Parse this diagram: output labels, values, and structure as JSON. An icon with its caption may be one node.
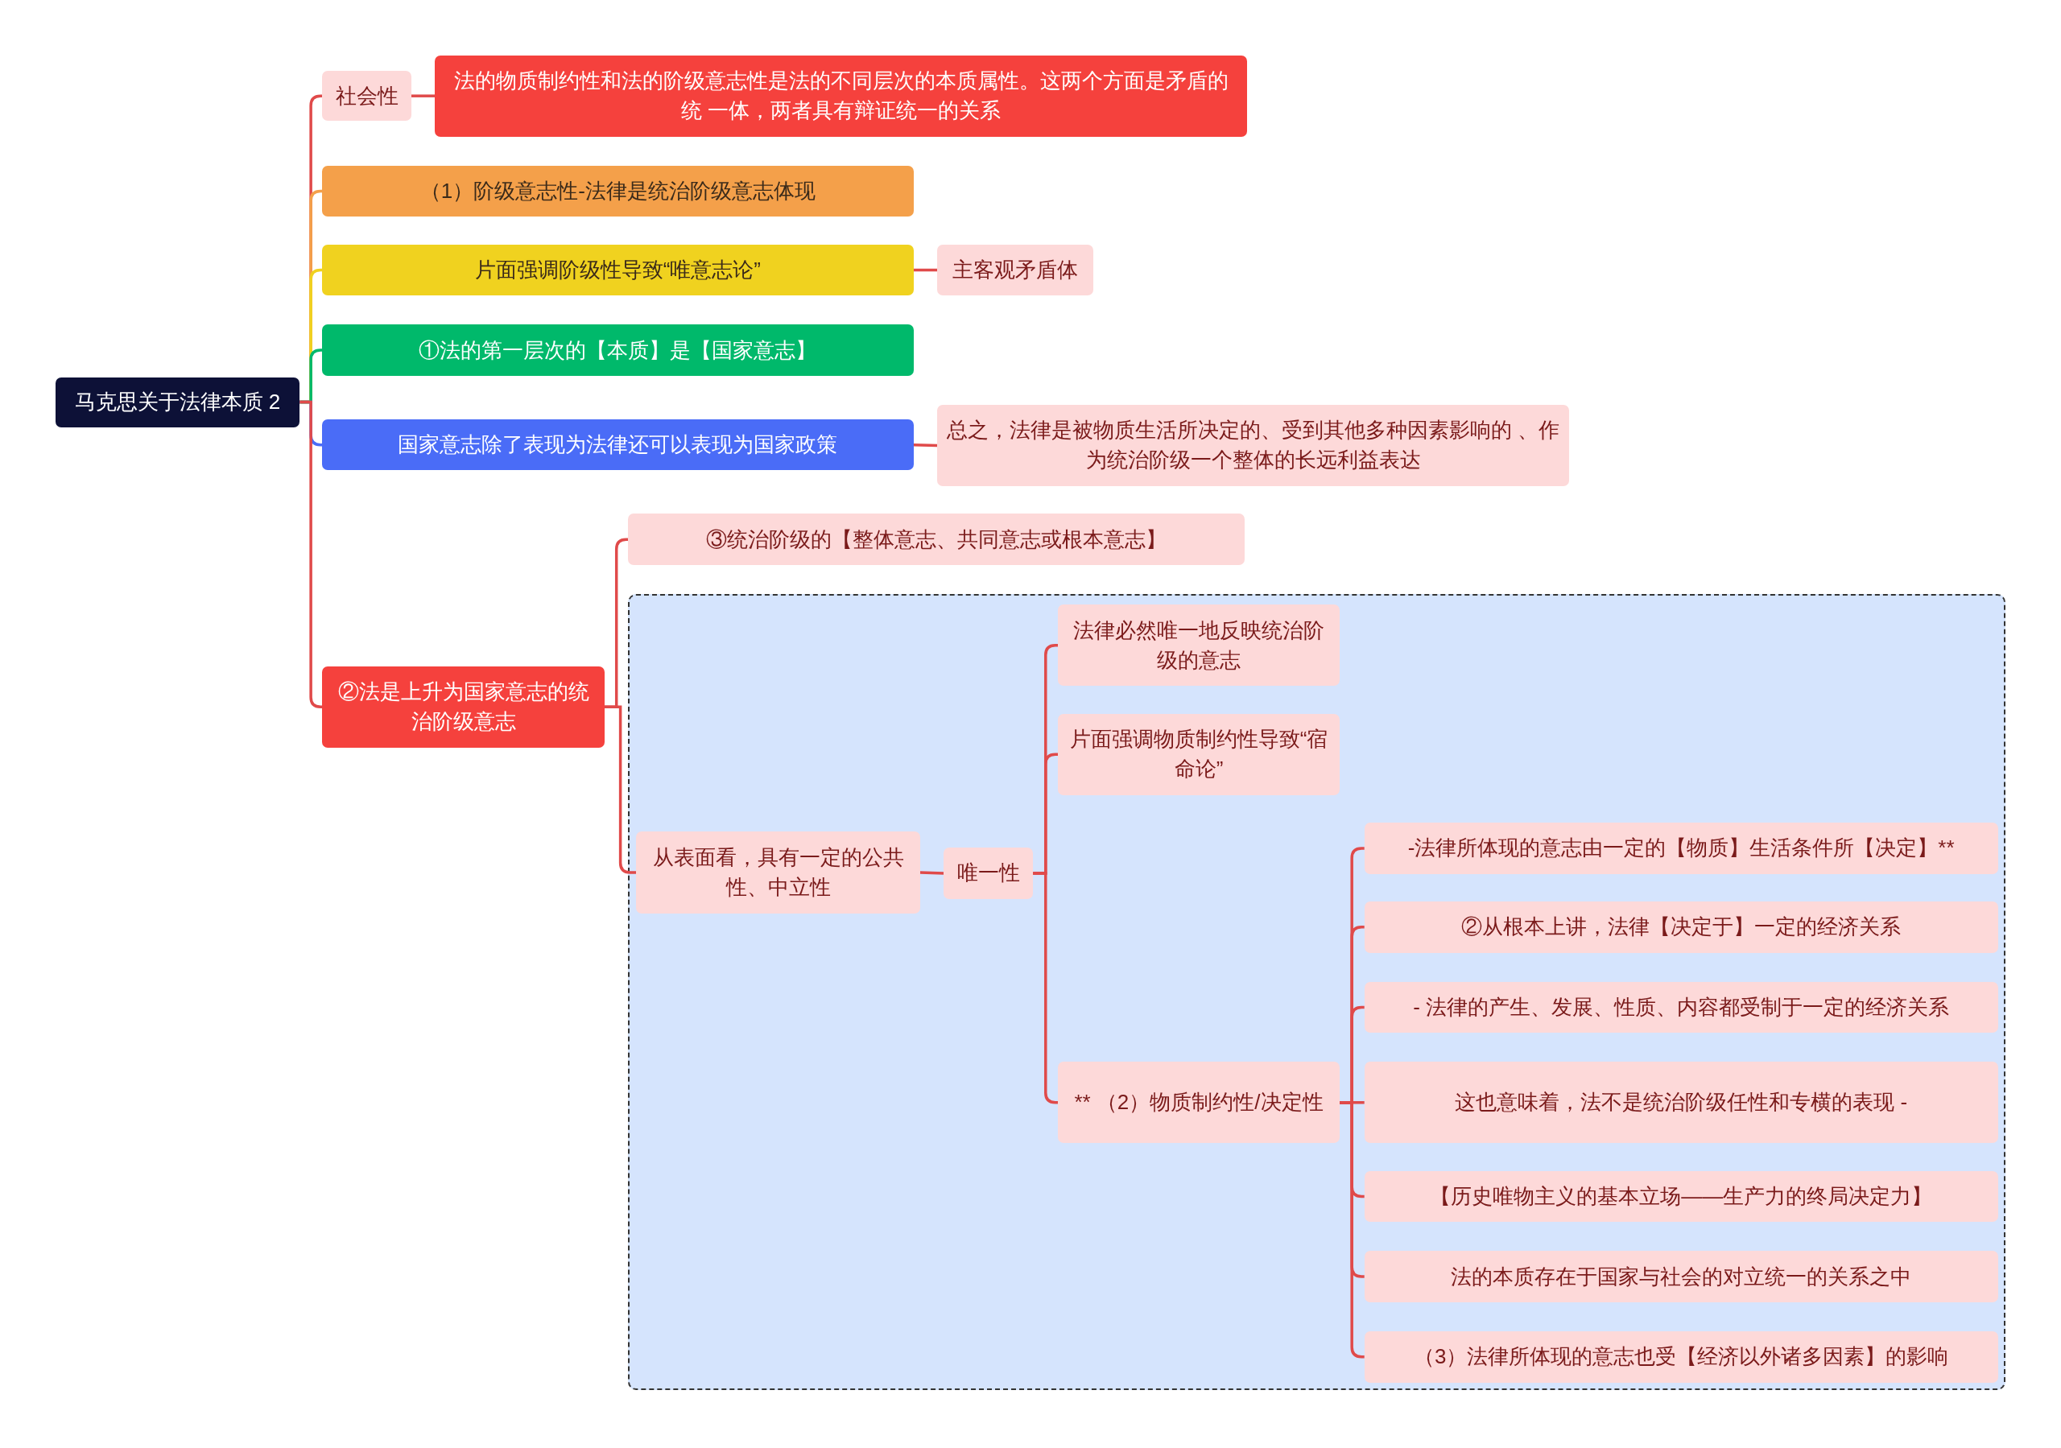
{
  "diagram": {
    "nodes": [
      {
        "text": [
          "马克思关于法律本质 2"
        ]
      },
      {
        "text": [
          "社会性"
        ]
      },
      {
        "text": [
          "法的物质制约性和法的阶级意志性是法的不同层次的本质属性。这两个方面是矛盾的统 一体，两者具有辩证统一的关系"
        ]
      },
      {
        "text": [
          "（1）阶级意志性-法律是统治阶级意志体现"
        ]
      },
      {
        "text": [
          "片面强调阶级性导致“唯意志论”"
        ]
      },
      {
        "text": [
          "主客观矛盾体"
        ]
      },
      {
        "text": [
          "①法的第一层次的【本质】是【国家意志】"
        ]
      },
      {
        "text": [
          "国家意志除了表现为法律还可以表现为国家政策"
        ]
      },
      {
        "text": [
          "总之，法律是被物质生活所决定的、受到其他多种因素影响的 、作为统治阶级一个整体的长远利益表达"
        ]
      },
      {
        "text": [
          "②法是上升为国家意志的统治阶级意志"
        ]
      },
      {
        "text": [
          "③统治阶级的【整体意志、共同意志或根本意志】"
        ]
      },
      {
        "text": [],
        "shape": "box"
      },
      {
        "text": [
          "从表面看，具有一定的公共性、中立性"
        ],
        "in": 11
      },
      {
        "text": [
          "唯一性"
        ],
        "in": 11
      },
      {
        "text": [
          "法律必然唯一地反映统治阶级的意志"
        ],
        "in": 11
      },
      {
        "text": [
          "片面强调物质制约性导致“宿命论”"
        ],
        "in": 11
      },
      {
        "text": [
          "** （2）物质制约性/决定性"
        ],
        "in": 11
      },
      {
        "text": [
          "-法律所体现的意志由一定的【物质】生活条件所【决定】**"
        ],
        "in": 11
      },
      {
        "text": [
          "②从根本上讲，法律【决定于】一定的经济关系"
        ],
        "in": 11
      },
      {
        "text": [
          "- 法律的产生、发展、性质、内容都受制于一定的经济关系"
        ],
        "in": 11
      },
      {
        "text": [
          "这也意味着，法不是统治阶级任性和专横的表现 -"
        ],
        "in": 11
      },
      {
        "text": [
          "【历史唯物主义的基本立场——生产力的终局决定力】"
        ],
        "in": 11
      },
      {
        "text": [
          "法的本质存在于国家与社会的对立统一的关系之中"
        ],
        "in": 11
      },
      {
        "text": [
          "（3）法律所体现的意志也受【经济以外诸多因素】的影响"
        ],
        "in": 11
      }
    ],
    "edges": [
      {
        "from": 0,
        "to": 1,
        "arrow": "none"
      },
      {
        "from": 0,
        "to": 3,
        "arrow": "none",
        "color": "#f4a04a"
      },
      {
        "from": 0,
        "to": 4,
        "arrow": "none",
        "color": "#f0d21f"
      },
      {
        "from": 0,
        "to": 6,
        "arrow": "none",
        "color": "#00b96b"
      },
      {
        "from": 0,
        "to": 7,
        "arrow": "none",
        "color": "#4a6cf7"
      },
      {
        "from": 0,
        "to": 9,
        "arrow": "none"
      },
      {
        "from": 1,
        "to": 2,
        "arrow": "none"
      },
      {
        "from": 4,
        "to": 5,
        "arrow": "none"
      },
      {
        "from": 7,
        "to": 8,
        "arrow": "none"
      },
      {
        "from": 9,
        "to": 10,
        "arrow": "none"
      },
      {
        "from": 9,
        "to": 12,
        "arrow": "none"
      },
      {
        "from": 12,
        "to": 13,
        "arrow": "none"
      },
      {
        "from": 13,
        "to": 14,
        "arrow": "none"
      },
      {
        "from": 13,
        "to": 15,
        "arrow": "none"
      },
      {
        "from": 13,
        "to": 16,
        "arrow": "none"
      },
      {
        "from": 16,
        "to": 17,
        "arrow": "none"
      },
      {
        "from": 16,
        "to": 18,
        "arrow": "none"
      },
      {
        "from": 16,
        "to": 19,
        "arrow": "none"
      },
      {
        "from": 16,
        "to": 20,
        "arrow": "none"
      },
      {
        "from": 16,
        "to": 21,
        "arrow": "none"
      },
      {
        "from": 16,
        "to": 22,
        "arrow": "none"
      },
      {
        "from": 16,
        "to": 23,
        "arrow": "none"
      }
    ]
  }
}
